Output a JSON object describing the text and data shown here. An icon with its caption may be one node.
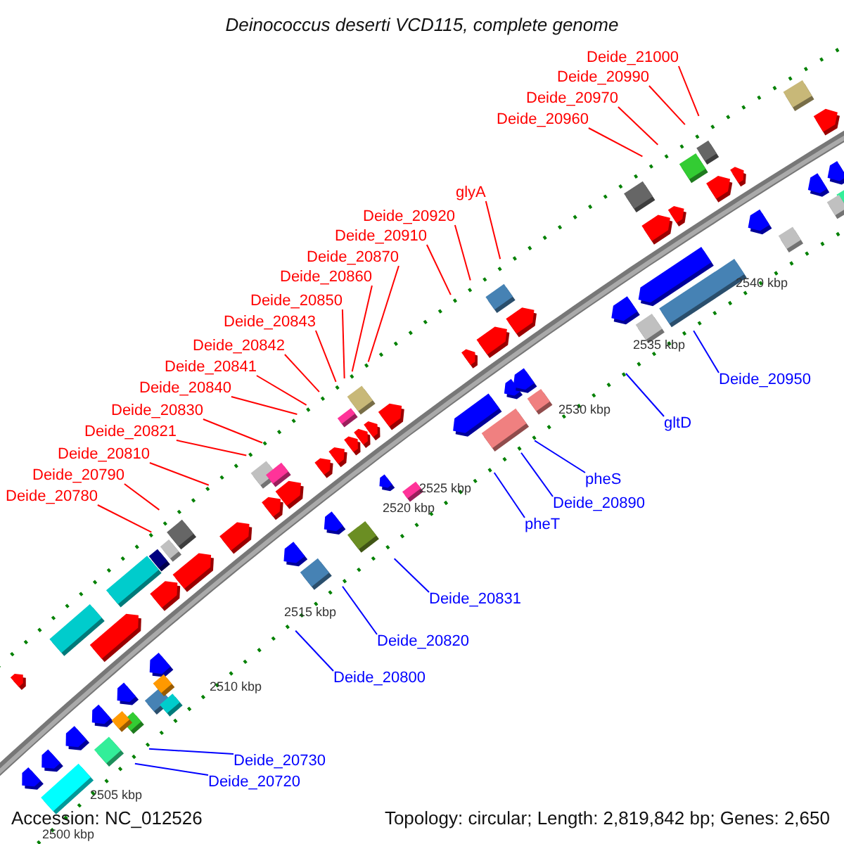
{
  "diagram": {
    "title": "Deinococcus deserti VCD115, complete genome",
    "nodes": [
      {
        "text": [
          "Deide_21000"
        ]
      },
      {
        "text": [
          "Deide_20990"
        ]
      },
      {
        "text": [
          "Deide_20970"
        ]
      },
      {
        "text": [
          "Deide_20960"
        ]
      },
      {
        "text": [
          "glyA"
        ]
      },
      {
        "text": [
          "Deide_20920"
        ]
      },
      {
        "text": [
          "Deide_20910"
        ]
      },
      {
        "text": [
          "Deide_20870"
        ]
      },
      {
        "text": [
          "Deide_20860"
        ]
      },
      {
        "text": [
          "Deide_20850"
        ]
      },
      {
        "text": [
          "Deide_20843"
        ]
      },
      {
        "text": [
          "Deide_20842"
        ]
      },
      {
        "text": [
          "Deide_20841"
        ]
      },
      {
        "text": [
          "Deide_20840"
        ]
      },
      {
        "text": [
          "Deide_20830"
        ]
      },
      {
        "text": [
          "Deide_20821"
        ]
      },
      {
        "text": [
          "Deide_20810"
        ]
      },
      {
        "text": [
          "Deide_20790"
        ]
      },
      {
        "text": [
          "Deide_20780"
        ]
      },
      {
        "text": [
          "Deide_20950"
        ]
      },
      {
        "text": [
          "gltD"
        ]
      },
      {
        "text": [
          "pheS"
        ]
      },
      {
        "text": [
          "Deide_20890"
        ]
      },
      {
        "text": [
          "pheT"
        ]
      },
      {
        "text": [
          "Deide_20831"
        ]
      },
      {
        "text": [
          "Deide_20820"
        ]
      },
      {
        "text": [
          "Deide_20800"
        ]
      },
      {
        "text": [
          "Deide_20730"
        ]
      },
      {
        "text": [
          "Deide_20720"
        ]
      }
    ],
    "edges": [
      {
        "from": 0,
        "to": null,
        "arrow": "none"
      },
      {
        "from": 1,
        "to": null,
        "arrow": "none"
      },
      {
        "from": 2,
        "to": null,
        "arrow": "none"
      },
      {
        "from": 3,
        "to": null,
        "arrow": "none"
      },
      {
        "from": 4,
        "to": null,
        "arrow": "none"
      },
      {
        "from": 5,
        "to": null,
        "arrow": "none"
      },
      {
        "from": 6,
        "to": null,
        "arrow": "none"
      },
      {
        "from": 7,
        "to": null,
        "arrow": "none"
      },
      {
        "from": 8,
        "to": null,
        "arrow": "none"
      },
      {
        "from": 9,
        "to": null,
        "arrow": "none"
      },
      {
        "from": 10,
        "to": null,
        "arrow": "none"
      },
      {
        "from": 11,
        "to": null,
        "arrow": "none"
      },
      {
        "from": 12,
        "to": null,
        "arrow": "none"
      },
      {
        "from": 13,
        "to": null,
        "arrow": "none"
      },
      {
        "from": 14,
        "to": null,
        "arrow": "none"
      },
      {
        "from": 15,
        "to": null,
        "arrow": "none"
      },
      {
        "from": 16,
        "to": null,
        "arrow": "none"
      },
      {
        "from": 17,
        "to": null,
        "arrow": "none"
      },
      {
        "from": 18,
        "to": null,
        "arrow": "none"
      },
      {
        "from": 19,
        "to": null,
        "arrow": "none",
        "color": "#0000ff"
      },
      {
        "from": 20,
        "to": null,
        "arrow": "none",
        "color": "#0000ff"
      },
      {
        "from": 21,
        "to": null,
        "arrow": "none",
        "color": "#0000ff"
      },
      {
        "from": 22,
        "to": null,
        "arrow": "none",
        "color": "#0000ff"
      },
      {
        "from": 23,
        "to": null,
        "arrow": "none",
        "color": "#0000ff"
      },
      {
        "from": 24,
        "to": null,
        "arrow": "none",
        "color": "#0000ff"
      },
      {
        "from": 25,
        "to": null,
        "arrow": "none",
        "color": "#0000ff"
      },
      {
        "from": 26,
        "to": null,
        "arrow": "none",
        "color": "#0000ff"
      },
      {
        "from": 27,
        "to": null,
        "arrow": "none",
        "color": "#0000ff"
      },
      {
        "from": 28,
        "to": null,
        "arrow": "none",
        "color": "#0000ff"
      }
    ],
    "labels": [
      "2540 kbp",
      "2535 kbp",
      "2530 kbp",
      "2525 kbp",
      "2520 kbp",
      "2515 kbp",
      "2510 kbp",
      "2505 kbp",
      "2500 kbp",
      "Accession: NC_012526",
      "Topology: circular; Length: 2,819,842 bp; Genes: 2,650"
    ]
  }
}
